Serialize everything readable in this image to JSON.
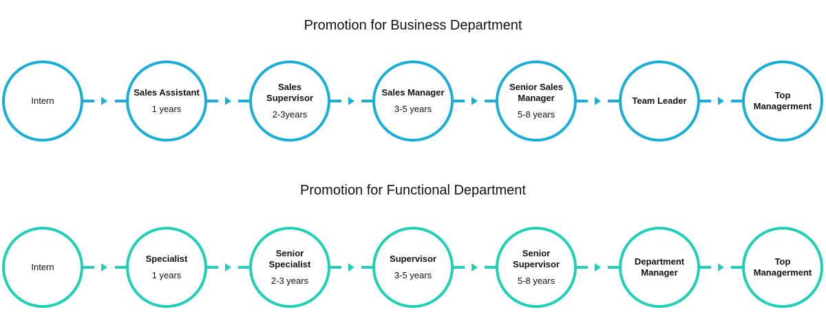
{
  "sections": [
    {
      "title": "Promotion for Business Department",
      "color": "#1aaed6",
      "nodes": [
        {
          "name": "Intern",
          "years": ""
        },
        {
          "name": "Sales Assistant",
          "years": "1 years"
        },
        {
          "name": "Sales Supervisor",
          "years": "2-3years"
        },
        {
          "name": "Sales Manager",
          "years": "3-5 years"
        },
        {
          "name": "Senior Sales Manager",
          "years": "5-8 years"
        },
        {
          "name": "Team Leader",
          "years": ""
        },
        {
          "name": "Top Managerment",
          "years": ""
        }
      ]
    },
    {
      "title": "Promotion for Functional Department",
      "color": "#1fcfb6",
      "nodes": [
        {
          "name": "Intern",
          "years": ""
        },
        {
          "name": "Specialist",
          "years": "1 years"
        },
        {
          "name": "Senior Specialist",
          "years": "2-3 years"
        },
        {
          "name": "Supervisor",
          "years": "3-5 years"
        },
        {
          "name": "Senior Supervisor",
          "years": "5-8 years"
        },
        {
          "name": "Department Manager",
          "years": ""
        },
        {
          "name": "Top Managerment",
          "years": ""
        }
      ]
    }
  ]
}
